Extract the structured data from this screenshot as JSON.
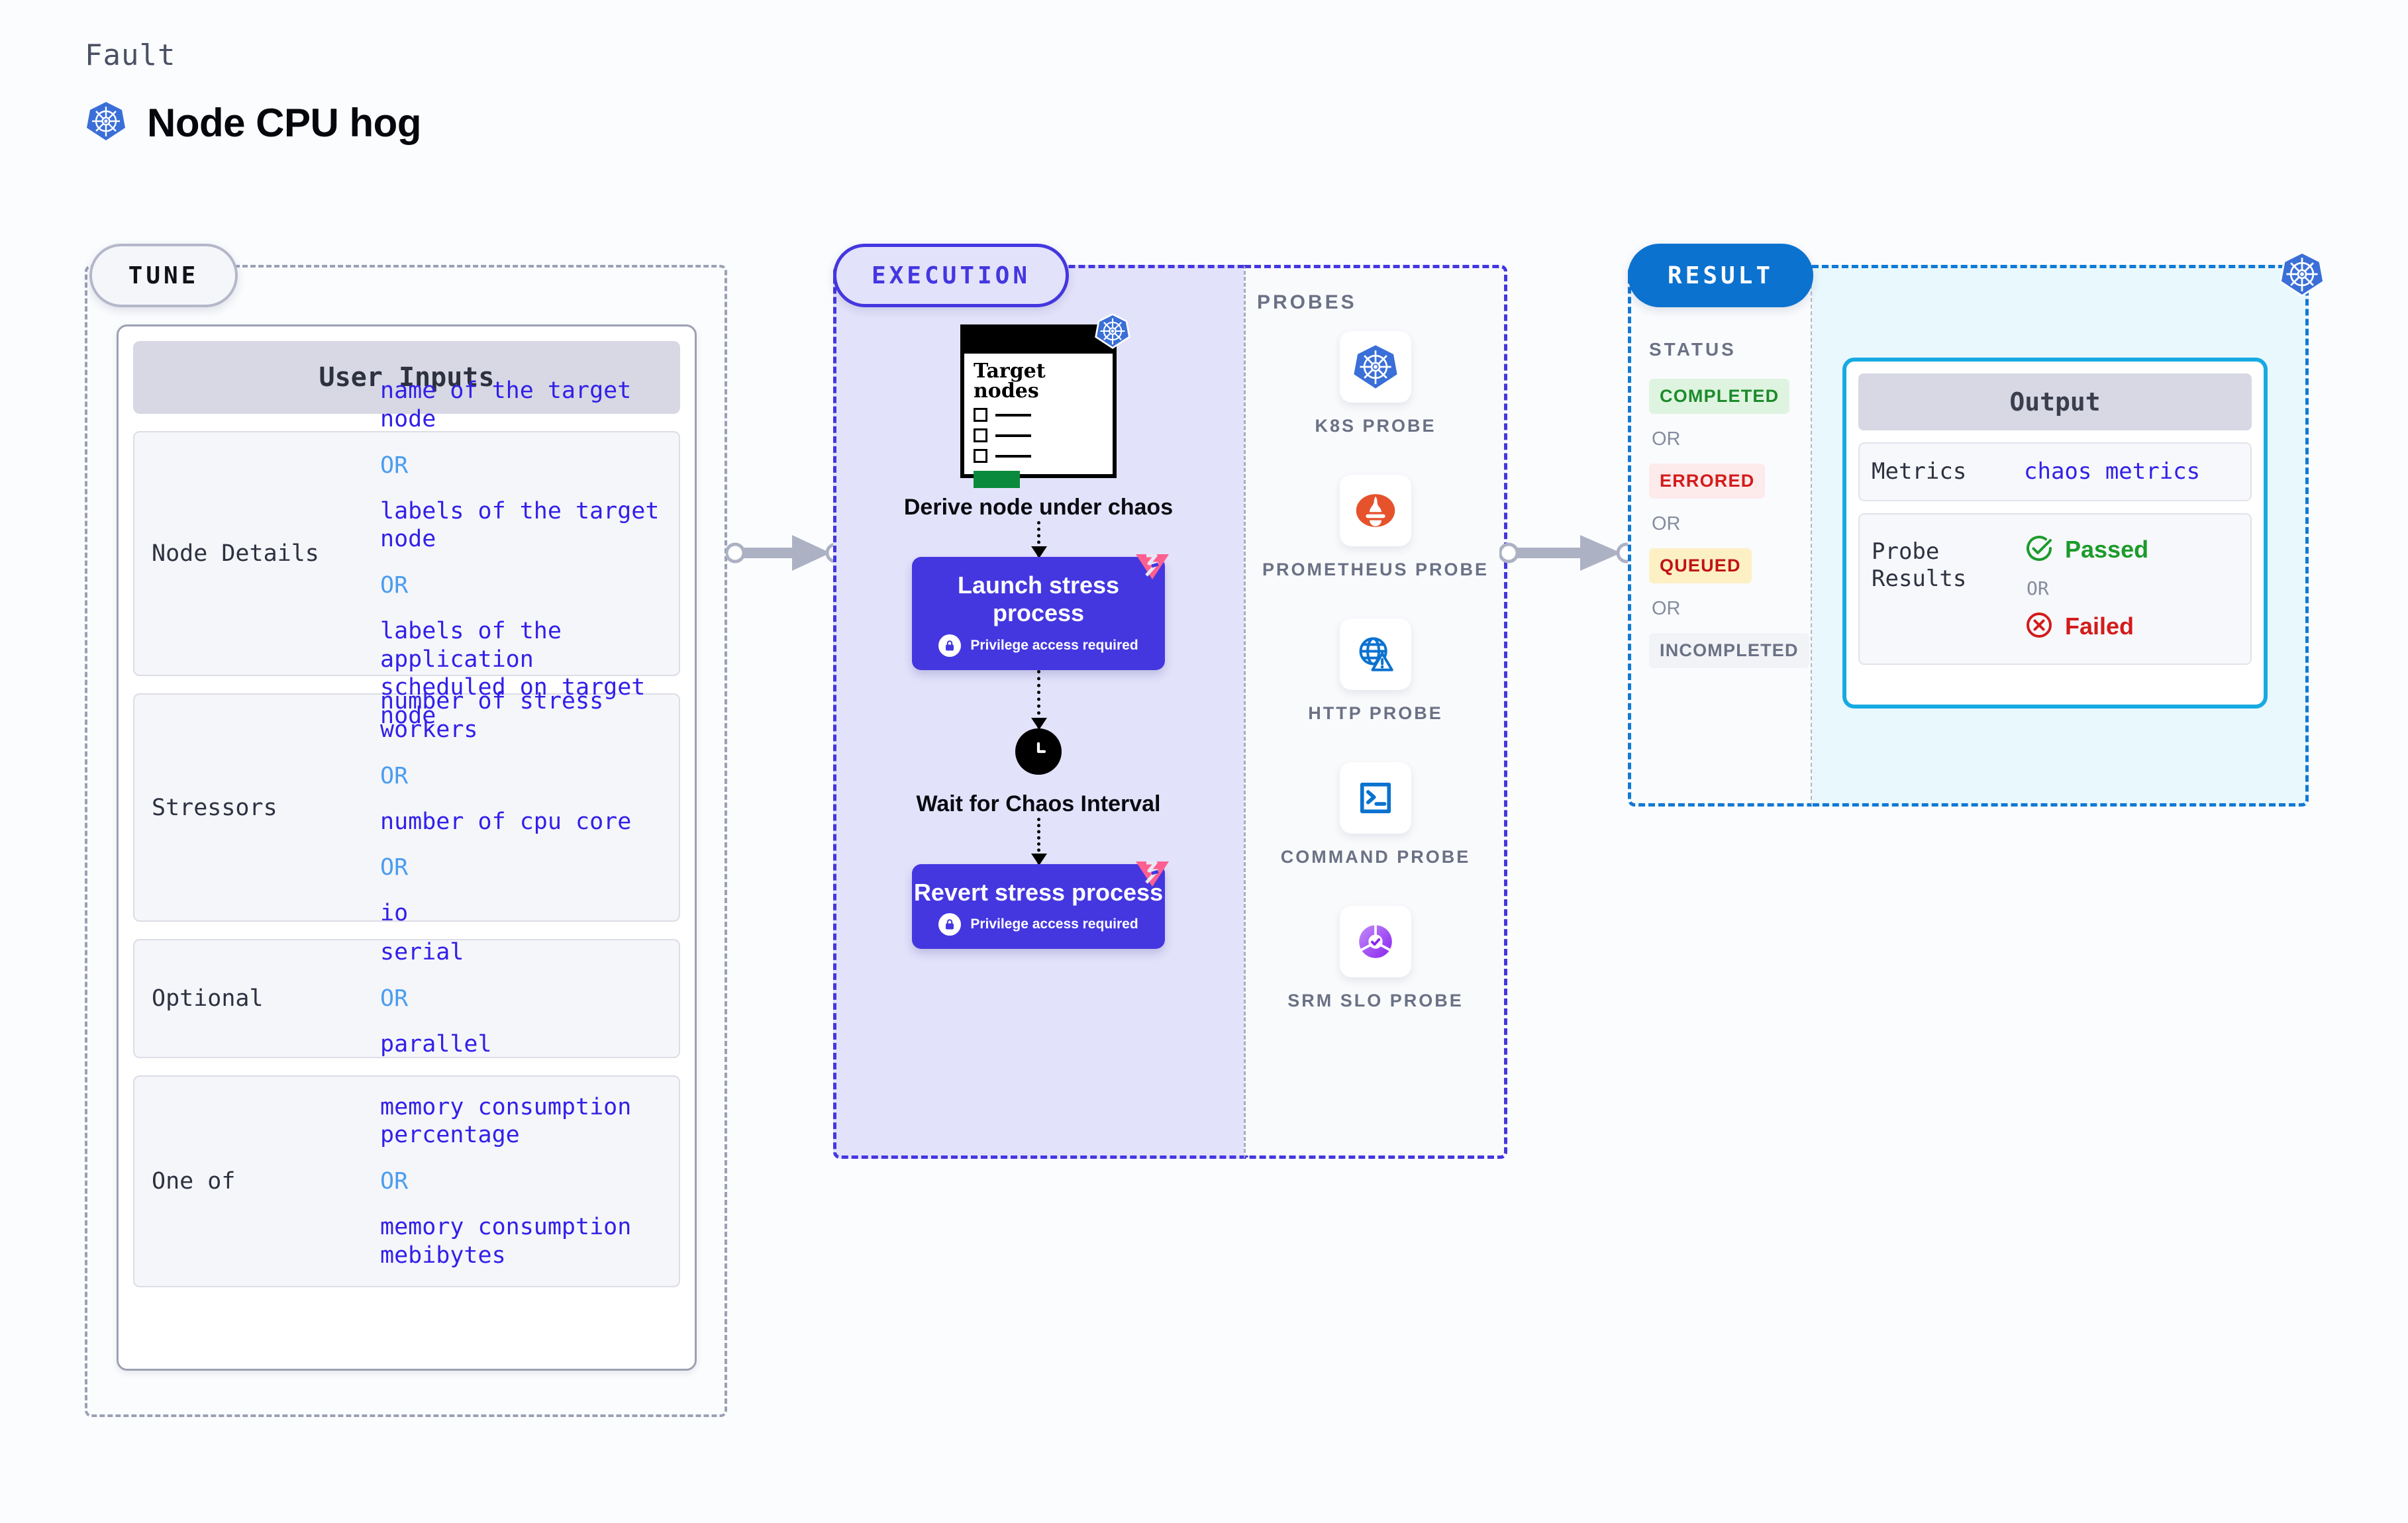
{
  "header": {
    "kicker": "Fault",
    "title": "Node CPU hog",
    "icon": "kubernetes-icon"
  },
  "tune": {
    "badge": "TUNE",
    "card_header": "User Inputs",
    "groups": [
      {
        "label": "Node Details",
        "items": [
          {
            "type": "value",
            "text": "name of the target node"
          },
          {
            "type": "or",
            "text": "OR"
          },
          {
            "type": "value",
            "text": "labels of the target node"
          },
          {
            "type": "or",
            "text": "OR"
          },
          {
            "type": "value",
            "text": "labels of the application  scheduled on target node"
          }
        ]
      },
      {
        "label": "Stressors",
        "items": [
          {
            "type": "value",
            "text": "number of stress workers"
          },
          {
            "type": "or",
            "text": "OR"
          },
          {
            "type": "value",
            "text": "number of cpu core"
          },
          {
            "type": "or",
            "text": "OR"
          },
          {
            "type": "value",
            "text": "io"
          }
        ]
      },
      {
        "label": "Optional",
        "items": [
          {
            "type": "value",
            "text": "serial"
          },
          {
            "type": "or",
            "text": "OR"
          },
          {
            "type": "value",
            "text": "parallel"
          }
        ]
      },
      {
        "label": "One of",
        "items": [
          {
            "type": "value",
            "text": "memory consumption percentage"
          },
          {
            "type": "or",
            "text": "OR"
          },
          {
            "type": "value",
            "text": "memory consumption mebibytes"
          }
        ]
      }
    ]
  },
  "execution": {
    "badge": "EXECUTION",
    "nodes_card": {
      "heading": "Target nodes",
      "icon": "kubernetes-icon",
      "checkbox_rows": 3
    },
    "steps": [
      {
        "name": "derive-node-under-chaos",
        "caption": "Derive node under chaos"
      },
      {
        "name": "launch-stress-process",
        "title": "Launch stress process",
        "subtitle": "Privilege access required",
        "icon": "lock-icon",
        "badge_icon": "litmus-chaos-icon"
      },
      {
        "name": "wait-for-chaos-interval",
        "caption": "Wait for Chaos Interval",
        "icon": "clock-icon"
      },
      {
        "name": "revert-stress-process",
        "title": "Revert stress process",
        "subtitle": "Privilege access required",
        "icon": "lock-icon",
        "badge_icon": "litmus-chaos-icon"
      }
    ]
  },
  "probes": {
    "title": "PROBES",
    "items": [
      {
        "label": "K8S PROBE",
        "icon": "kubernetes-icon"
      },
      {
        "label": "PROMETHEUS PROBE",
        "icon": "prometheus-icon"
      },
      {
        "label": "HTTP PROBE",
        "icon": "globe-warning-icon"
      },
      {
        "label": "COMMAND PROBE",
        "icon": "terminal-icon"
      },
      {
        "label": "SRM SLO PROBE",
        "icon": "srm-slo-icon"
      }
    ]
  },
  "result": {
    "badge": "RESULT",
    "status_title": "STATUS",
    "statuses": [
      {
        "label": "COMPLETED",
        "bg": "#dff4e0",
        "fg": "#1c8b2b"
      },
      {
        "or": "OR"
      },
      {
        "label": "ERRORED",
        "bg": "#fdeaea",
        "fg": "#d31b1b"
      },
      {
        "or": "OR"
      },
      {
        "label": "QUEUED",
        "bg": "#fdf0c4",
        "fg": "#c01414"
      },
      {
        "or": "OR"
      },
      {
        "label": "INCOMPLETED",
        "bg": "#f2f3f7",
        "fg": "#6b7185"
      }
    ],
    "corner_icon": "kubernetes-icon"
  },
  "output": {
    "header": "Output",
    "metrics_label": "Metrics",
    "metrics_value": "chaos metrics",
    "probe_results_label": "Probe Results",
    "passed_label": "Passed",
    "failed_label": "Failed",
    "or_label": "OR",
    "passed_icon": "check-circle-icon",
    "failed_icon": "x-circle-icon"
  },
  "colors": {
    "accent_purple": "#4437e0",
    "accent_blue": "#0b72cf",
    "k8s_blue": "#3a6fd8",
    "litmus_pink": "#fc5f90",
    "value_text": "#3220e8",
    "or_text": "#4b9df0"
  }
}
